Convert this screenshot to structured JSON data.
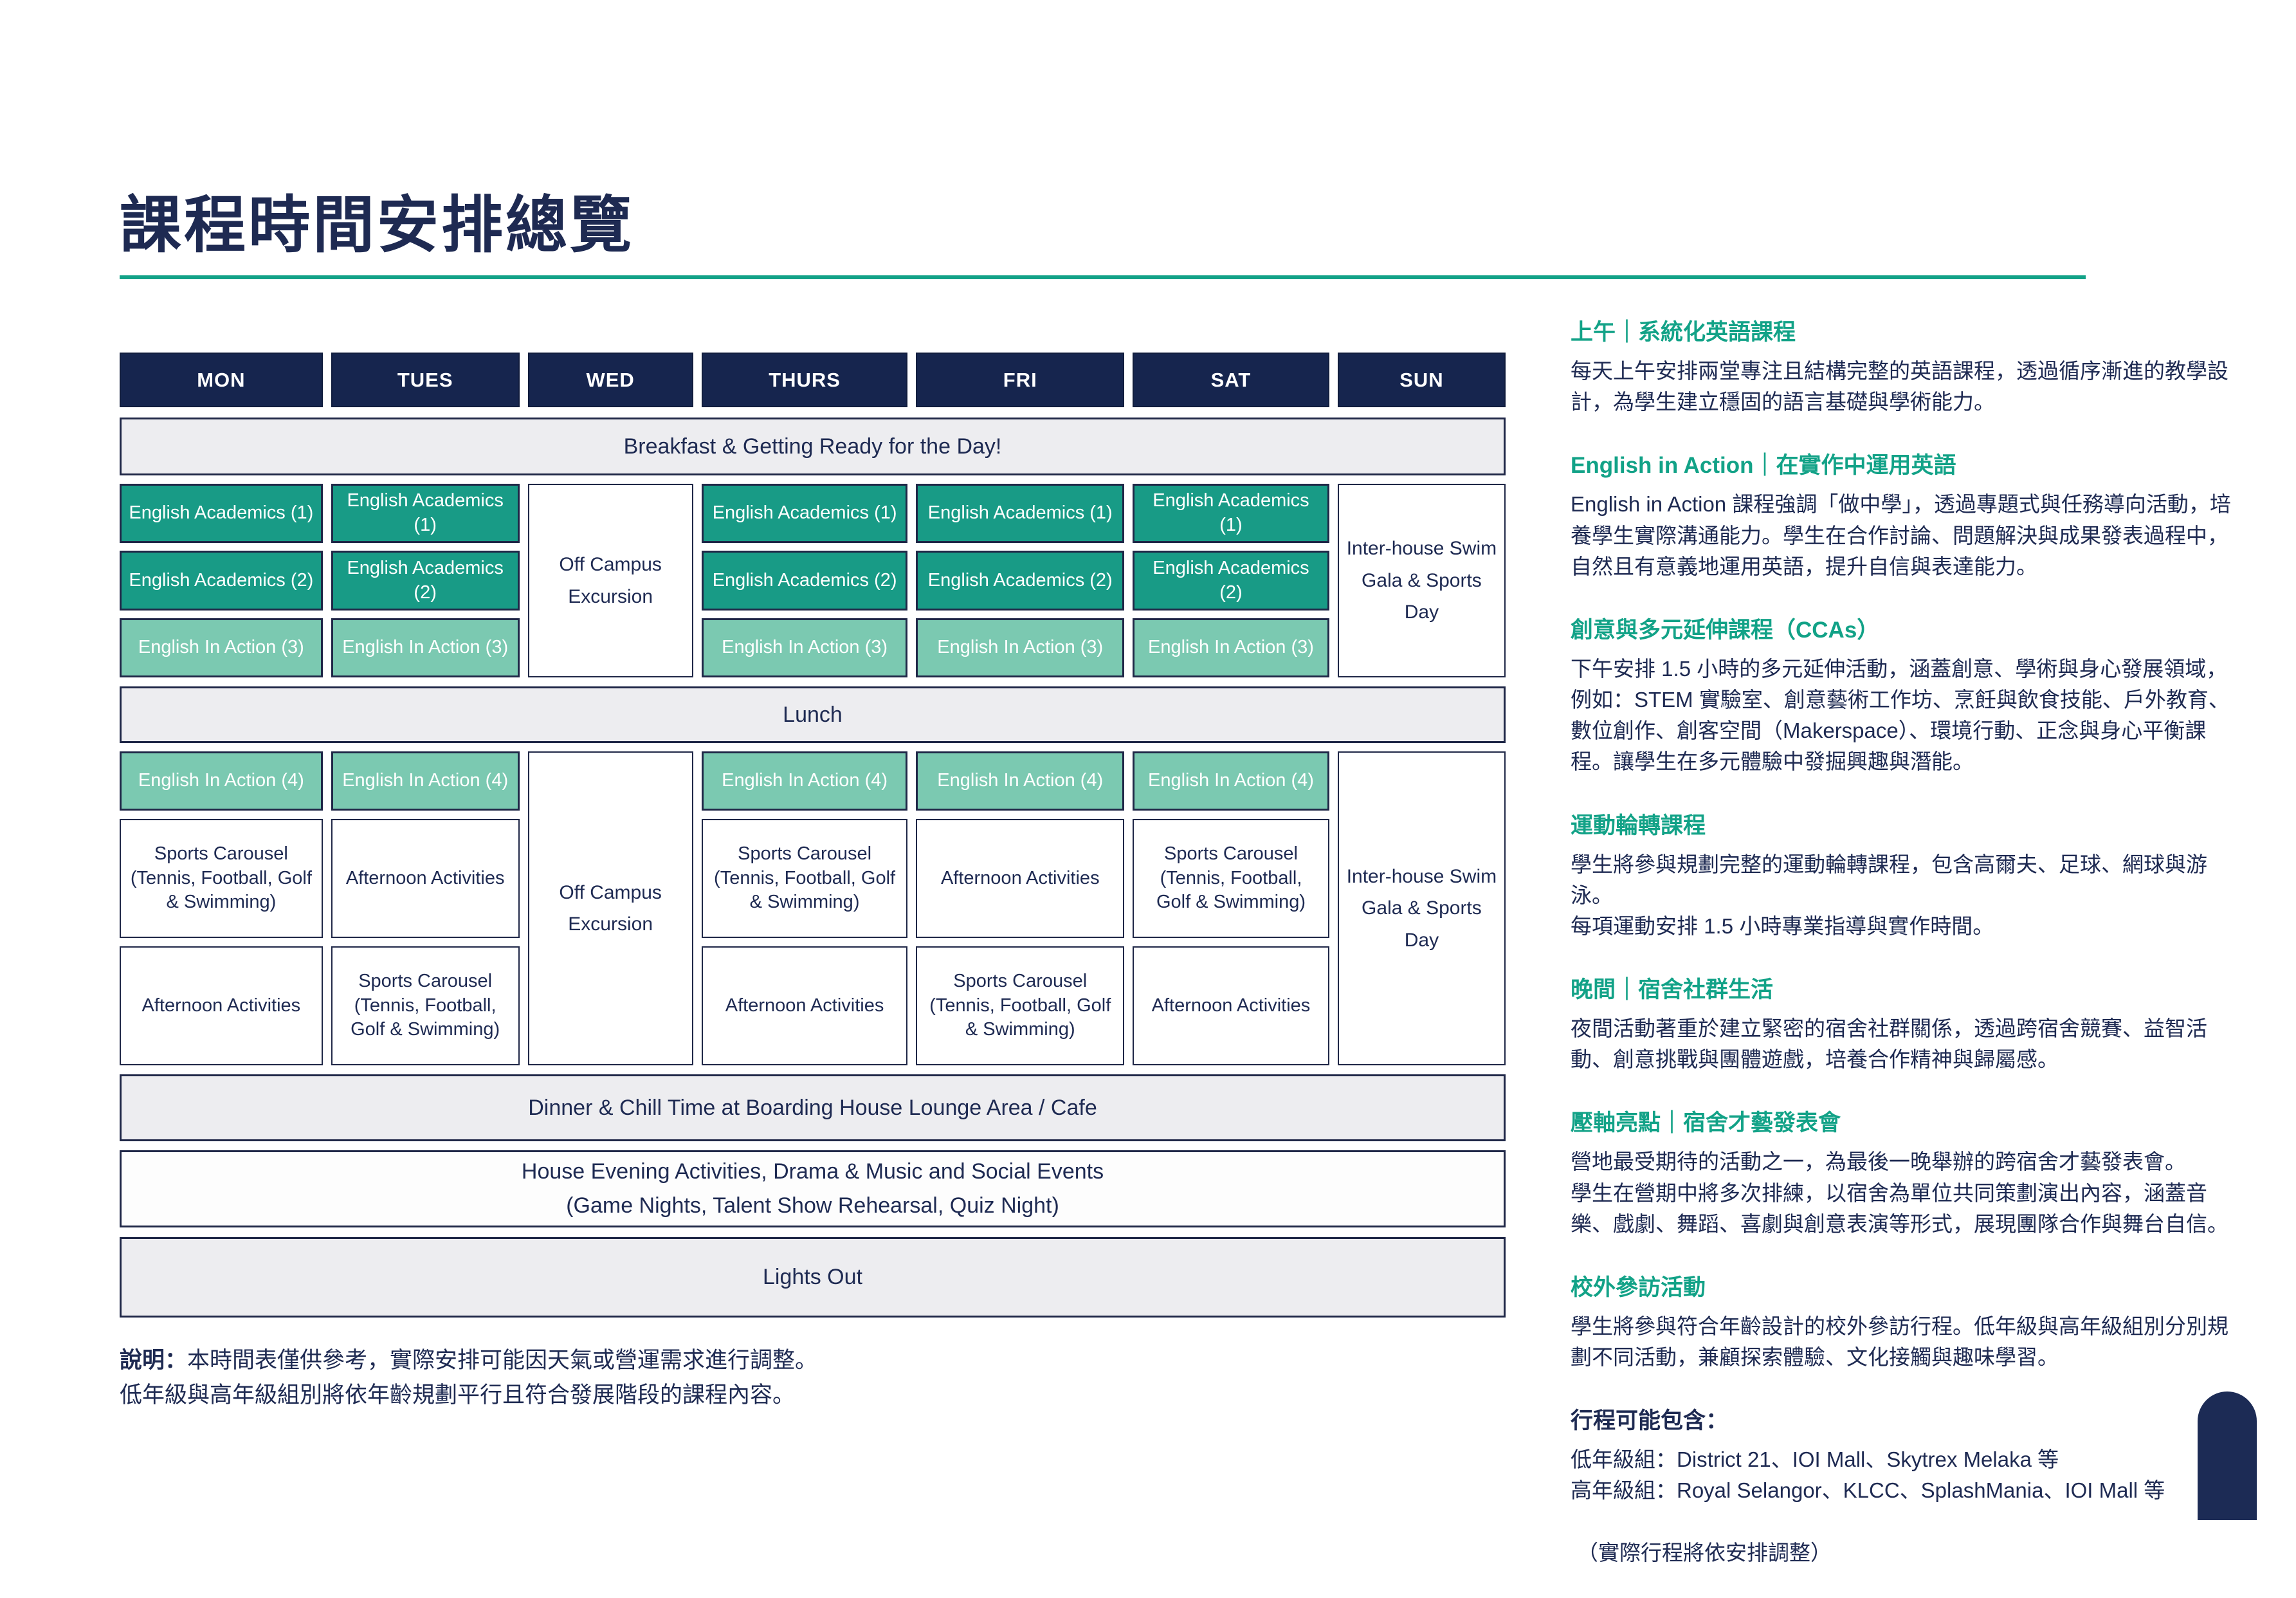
{
  "page": {
    "title": "課程時間安排總覽"
  },
  "colors": {
    "navy": "#16254E",
    "teal_dark": "#189B86",
    "teal_light": "#7BC9B1",
    "green_accent": "#12A287",
    "bar_gray": "#EDEDF0",
    "border": "#1F2747"
  },
  "timetable": {
    "days": [
      "MON",
      "TUES",
      "WED",
      "THURS",
      "FRI",
      "SAT",
      "SUN"
    ],
    "rows": {
      "breakfast": "Breakfast & Getting Ready for the Day!",
      "lunch": "Lunch",
      "dinner": "Dinner & Chill Time at Boarding House Lounge Area / Cafe",
      "evening_line1": "House Evening Activities, Drama & Music and Social Events",
      "evening_line2": "(Game Nights, Talent Show Rehearsal, Quiz Night)",
      "lights_out": "Lights Out"
    },
    "activities": {
      "english_academics_1": "English Academics (1)",
      "english_academics_2": "English Academics (2)",
      "english_in_action_3": "English In Action (3)",
      "english_in_action_4": "English In Action (4)",
      "sports_carousel": "Sports Carousel (Tennis, Football, Golf & Swimming)",
      "afternoon_activities": "Afternoon Activities",
      "off_campus": "Off Campus Excursion",
      "swim_gala": "Inter-house Swim Gala & Sports Day"
    }
  },
  "sidebar": {
    "sections": [
      {
        "heading": "上午｜系統化英語課程",
        "body": "每天上午安排兩堂專注且結構完整的英語課程，透過循序漸進的教學設計，為學生建立穩固的語言基礎與學術能力。"
      },
      {
        "heading": "English in Action｜在實作中運用英語",
        "body": "English in Action 課程強調「做中學」，透過專題式與任務導向活動，培養學生實際溝通能力。學生在合作討論、問題解決與成果發表過程中，自然且有意義地運用英語，提升自信與表達能力。"
      },
      {
        "heading": "創意與多元延伸課程（CCAs）",
        "body": "下午安排 1.5 小時的多元延伸活動，涵蓋創意、學術與身心發展領域，例如：STEM 實驗室、創意藝術工作坊、烹飪與飲食技能、戶外教育、數位創作、創客空間（Makerspace）、環境行動、正念與身心平衡課程。讓學生在多元體驗中發掘興趣與潛能。"
      },
      {
        "heading": "運動輪轉課程",
        "body": "學生將參與規劃完整的運動輪轉課程，包含高爾夫、足球、網球與游泳。\n每項運動安排 1.5 小時專業指導與實作時間。"
      },
      {
        "heading": "晚間｜宿舍社群生活",
        "body": "夜間活動著重於建立緊密的宿舍社群關係，透過跨宿舍競賽、益智活動、創意挑戰與團體遊戲，培養合作精神與歸屬感。"
      },
      {
        "heading": "壓軸亮點｜宿舍才藝發表會",
        "body": "營地最受期待的活動之一，為最後一晚舉辦的跨宿舍才藝發表會。\n學生在營期中將多次排練，以宿舍為單位共同策劃演出內容，涵蓋音樂、戲劇、舞蹈、喜劇與創意表演等形式，展現團隊合作與舞台自信。"
      },
      {
        "heading": "校外參訪活動",
        "body": "學生將參與符合年齡設計的校外參訪行程。低年級與高年級組別分別規劃不同活動，兼顧探索體驗、文化接觸與趣味學習。"
      }
    ],
    "itinerary": {
      "title": "行程可能包含：",
      "junior": "低年級組：District 21、IOI Mall、Skytrex Melaka 等",
      "senior": "高年級組：Royal Selangor、KLCC、SplashMania、IOI Mall 等",
      "note": "（實際行程將依安排調整）"
    }
  },
  "footnote": {
    "label": "說明：",
    "line1": "本時間表僅供參考，實際安排可能因天氣或營運需求進行調整。",
    "line2": "低年級與高年級組別將依年齡規劃平行且符合發展階段的課程內容。"
  }
}
